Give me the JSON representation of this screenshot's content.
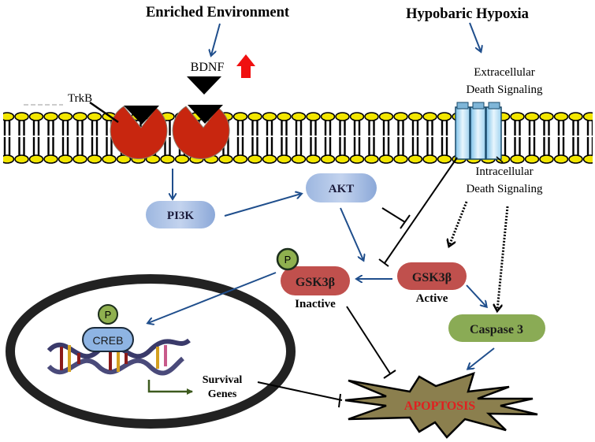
{
  "labels": {
    "enriched_environment": "Enriched Environment",
    "hypobaric_hypoxia": "Hypobaric Hypoxia",
    "bdnf": "BDNF",
    "trkb": "TrkB",
    "extracellular_line1": "Extracellular",
    "extracellular_line2": "Death Signaling",
    "intracellular_line1": "Intracellular",
    "intracellular_line2": "Death Signaling",
    "pi3k": "PI3K",
    "akt": "AKT",
    "gsk3b_inactive": "GSK3β",
    "inactive": "Inactive",
    "gsk3b_active": "GSK3β",
    "active": "Active",
    "caspase3": "Caspase 3",
    "creb": "CREB",
    "phospho": "P",
    "survival_line1": "Survival",
    "survival_line2": "Genes",
    "apoptosis": "APOPTOSIS"
  },
  "colors": {
    "arrow_blue": "#1f4e8c",
    "receptor_red": "#c8260f",
    "gsk_red": "#c0504d",
    "caspase_green": "#8aab55",
    "phospho_green": "#8fb04f",
    "apoptosis_fill": "#8b7f4e",
    "apoptosis_text": "#e02020",
    "membrane_yellow": "#f2e600",
    "creb_blue": "#8eb4e3"
  }
}
